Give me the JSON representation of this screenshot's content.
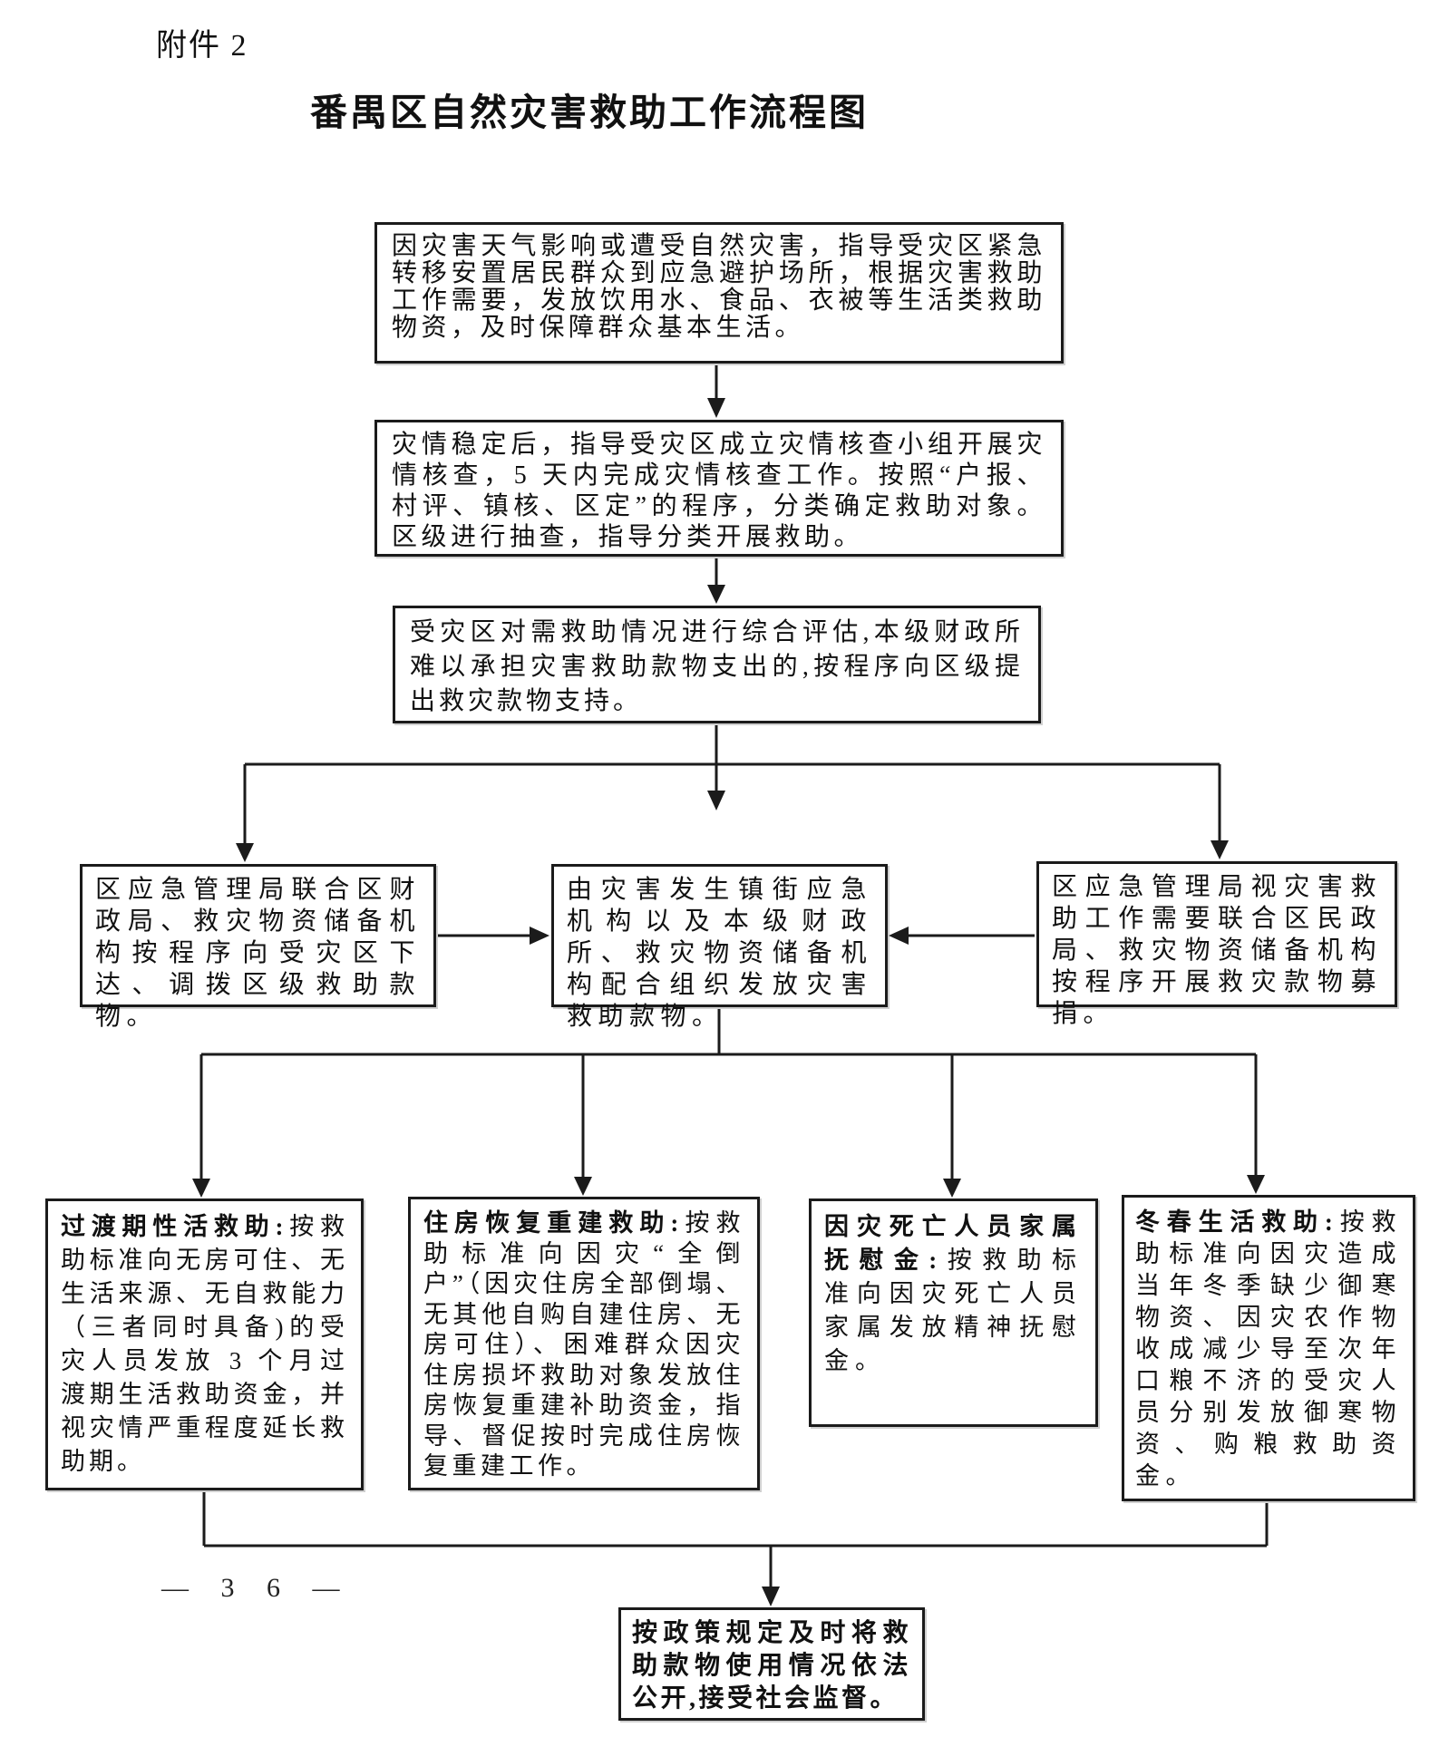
{
  "page": {
    "attachment_label": "附件 2",
    "title": "番禺区自然灾害救助工作流程图",
    "page_number": "— 3 6 —"
  },
  "flowchart": {
    "top_boxes": [
      {
        "id": "emergency-response",
        "text": "因灾害天气影响或遭受自然灾害，指导受灾区紧急转移安置居民群众到应急避护场所，根据灾害救助工作需要，发放饮用水、食品、衣被等生活类救助物资，及时保障群众基本生活。"
      },
      {
        "id": "disaster-verification",
        "text": "灾情稳定后，指导受灾区成立灾情核查小组开展灾情核查，5 天内完成灾情核查工作。按照“户报、村评、镇核、区定”的程序，分类确定救助对象。区级进行抽查，指导分类开展救助。"
      },
      {
        "id": "comprehensive-assessment",
        "text": "受灾区对需救助情况进行综合评估,本级财政所难以承担灾害救助款物支出的,按程序向区级提出救灾款物支持。"
      }
    ],
    "middle_boxes": [
      {
        "id": "district-allocation",
        "text": "区应急管理局联合区财政局、救灾物资储备机构按程序向受灾区下达、调拨区级救助款物。"
      },
      {
        "id": "town-distribution",
        "text": "由灾害发生镇街应急机构以及本级财政所、救灾物资储备机构配合组织发放灾害救助款物。"
      },
      {
        "id": "donation-drive",
        "text": "区应急管理局视灾害救助工作需要联合区民政局、救灾物资储备机构按程序开展救灾款物募捐。"
      }
    ],
    "bottom_boxes": [
      {
        "id": "transitional-living-assistance",
        "label": "过渡期性活救助:",
        "text": "按救助标准向无房可住、无生活来源、无自救能力（三者同时具备)的受灾人员发放 3 个月过渡期生活救助资金，并视灾情严重程度延长救助期。"
      },
      {
        "id": "housing-reconstruction-assistance",
        "label": "住房恢复重建救助:",
        "text": "按救助标准向因灾“全倒户”（因灾住房全部倒塌、无其他自购自建住房、无房可住）、困难群众因灾住房损坏救助对象发放住房恢复重建补助资金，指导、督促按时完成住房恢复重建工作。"
      },
      {
        "id": "death-condolence-payment",
        "label": "因灾死亡人员家属抚慰金:",
        "text": "按救助标准向因灾死亡人员家属发放精神抚慰金。"
      },
      {
        "id": "winter-spring-assistance",
        "label": "冬春生活救助:",
        "text": "按救助标准向因灾造成当年冬季缺少御寒物资、因灾农作物收成减少导至次年口粮不济的受灾人员分别发放御寒物资、购粮救助资金。"
      }
    ],
    "final_box": {
      "text": "按政策规定及时将救助款物使用情况依法公开,接受社会监督。"
    }
  }
}
